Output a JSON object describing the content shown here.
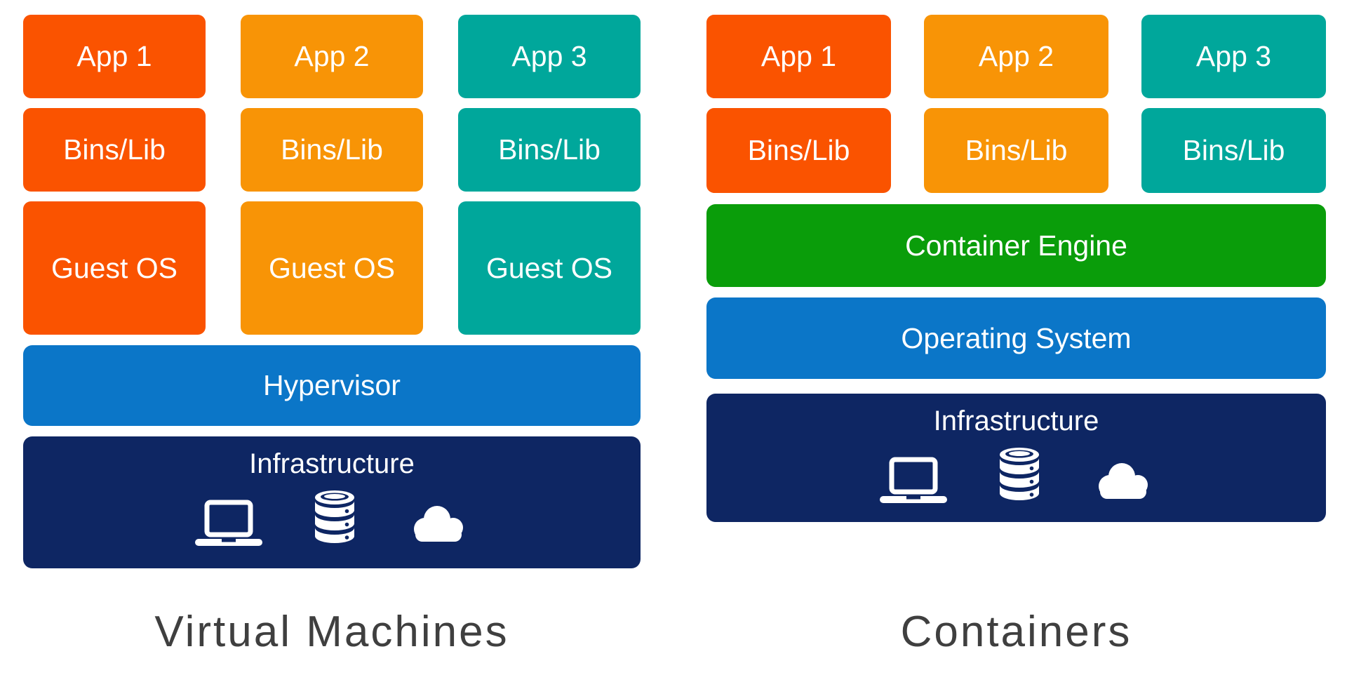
{
  "palette": {
    "app1_color": "#FA5300",
    "app2_color": "#F89406",
    "app3_color": "#00A79B",
    "container_engine_color": "#0A9D0A",
    "hypervisor_os_color": "#0B76C8",
    "infrastructure_color": "#0E2663",
    "box_text_color": "#FFFFFF",
    "title_text_color": "#3F3F3F",
    "background": "#FFFFFF"
  },
  "vm": {
    "title": "Virtual Machines",
    "columns": [
      {
        "app": "App 1",
        "bins": "Bins/Lib",
        "guest": "Guest OS"
      },
      {
        "app": "App 2",
        "bins": "Bins/Lib",
        "guest": "Guest OS"
      },
      {
        "app": "App 3",
        "bins": "Bins/Lib",
        "guest": "Guest OS"
      }
    ],
    "hypervisor": "Hypervisor",
    "infrastructure": {
      "label": "Infrastructure",
      "icons": [
        "laptop-icon",
        "database-icon",
        "cloud-icon"
      ]
    }
  },
  "containers": {
    "title": "Containers",
    "columns": [
      {
        "app": "App 1",
        "bins": "Bins/Lib"
      },
      {
        "app": "App 2",
        "bins": "Bins/Lib"
      },
      {
        "app": "App 3",
        "bins": "Bins/Lib"
      }
    ],
    "container_engine": "Container Engine",
    "operating_system": "Operating System",
    "infrastructure": {
      "label": "Infrastructure",
      "icons": [
        "laptop-icon",
        "database-icon",
        "cloud-icon"
      ]
    }
  }
}
